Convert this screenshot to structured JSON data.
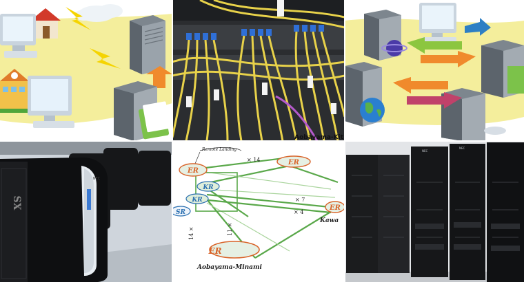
{
  "tiles": {
    "fiber": {
      "label": "Aobayama-Kit"
    },
    "map": {
      "labels": {
        "remote_landing": "Remote Landing",
        "er": "ER",
        "kr": "KR",
        "sr": "SR",
        "x14": "× 14",
        "x7": "× 7",
        "x4": "× 4",
        "x11": "11 ×",
        "x14b": "14 ×",
        "kawa": "Kawa",
        "aobayama_minami": "Aobayama-Minami"
      }
    },
    "supercomputer": {
      "logo": "NEC",
      "brand": "SX"
    },
    "racks": {
      "logo": "NEC"
    }
  },
  "colors": {
    "network_green": "#5aa84a",
    "router_orange": "#d9642a",
    "bg_yellow": "#f4ee9c",
    "arrow_orange": "#f08a2c",
    "arrow_green": "#8cc63f",
    "arrow_blue": "#2d7fc4"
  }
}
